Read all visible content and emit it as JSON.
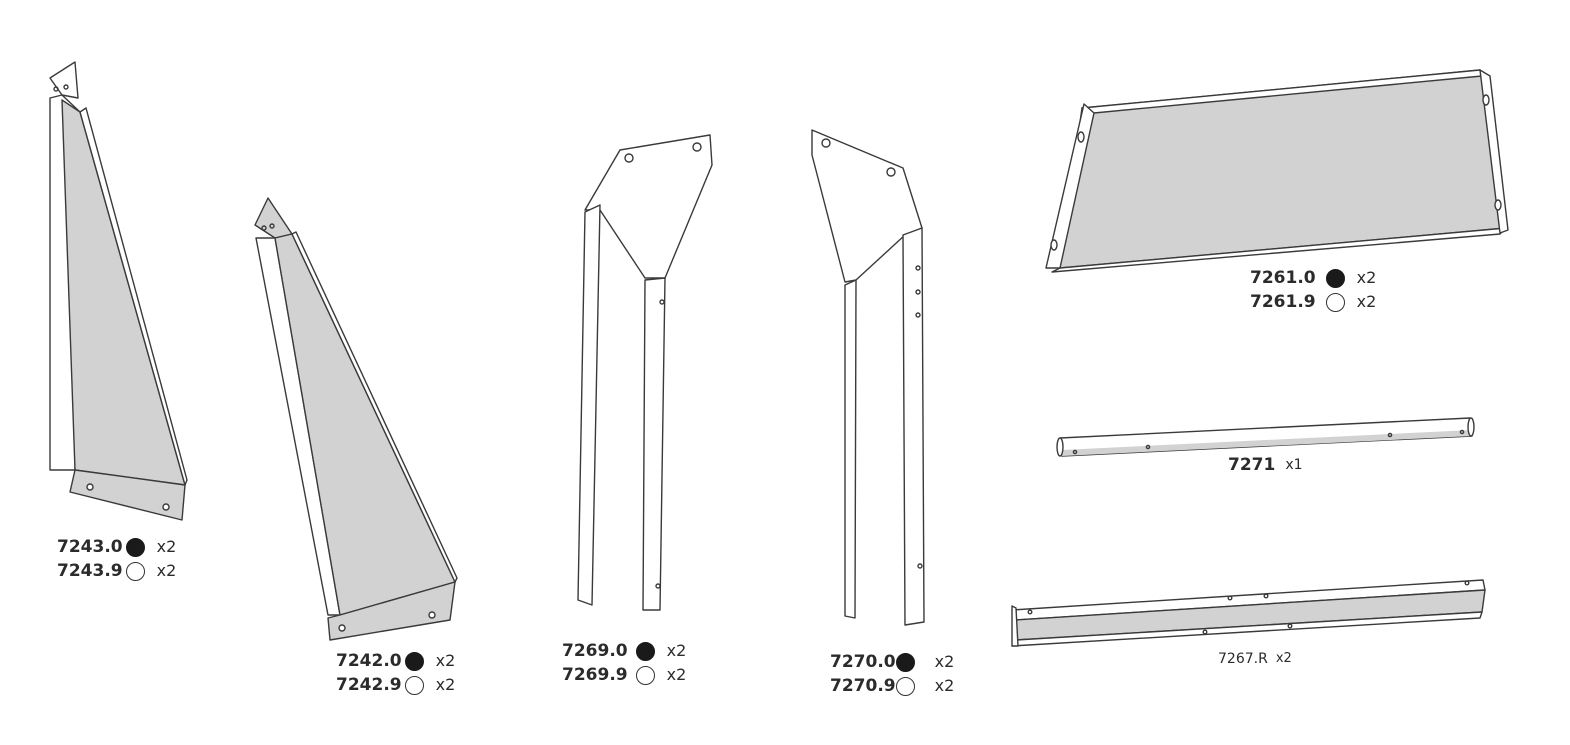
{
  "colors": {
    "panel": "#d2d2d2",
    "outline": "#3a3a3a",
    "filled": "#1a1a1a"
  },
  "parts": {
    "p7243": {
      "rows": [
        {
          "code": "7243.0",
          "swatch": "filled",
          "qty": "x2"
        },
        {
          "code": "7243.9",
          "swatch": "empty",
          "qty": "x2"
        }
      ]
    },
    "p7242": {
      "rows": [
        {
          "code": "7242.0",
          "swatch": "filled",
          "qty": "x2"
        },
        {
          "code": "7242.9",
          "swatch": "empty",
          "qty": "x2"
        }
      ]
    },
    "p7269": {
      "rows": [
        {
          "code": "7269.0",
          "swatch": "filled",
          "qty": "x2"
        },
        {
          "code": "7269.9",
          "swatch": "empty",
          "qty": "x2"
        }
      ]
    },
    "p7270": {
      "rows": [
        {
          "code": "7270.0",
          "swatch": "filled",
          "qty": "x2"
        },
        {
          "code": "7270.9",
          "swatch": "empty",
          "qty": "x2"
        }
      ]
    },
    "p7261": {
      "rows": [
        {
          "code": "7261.0",
          "swatch": "filled",
          "qty": "x2"
        },
        {
          "code": "7261.9",
          "swatch": "empty",
          "qty": "x2"
        }
      ]
    },
    "p7271": {
      "code": "7271",
      "qty": "x1"
    },
    "p7267": {
      "code": "7267.R",
      "qty": "x2"
    }
  }
}
